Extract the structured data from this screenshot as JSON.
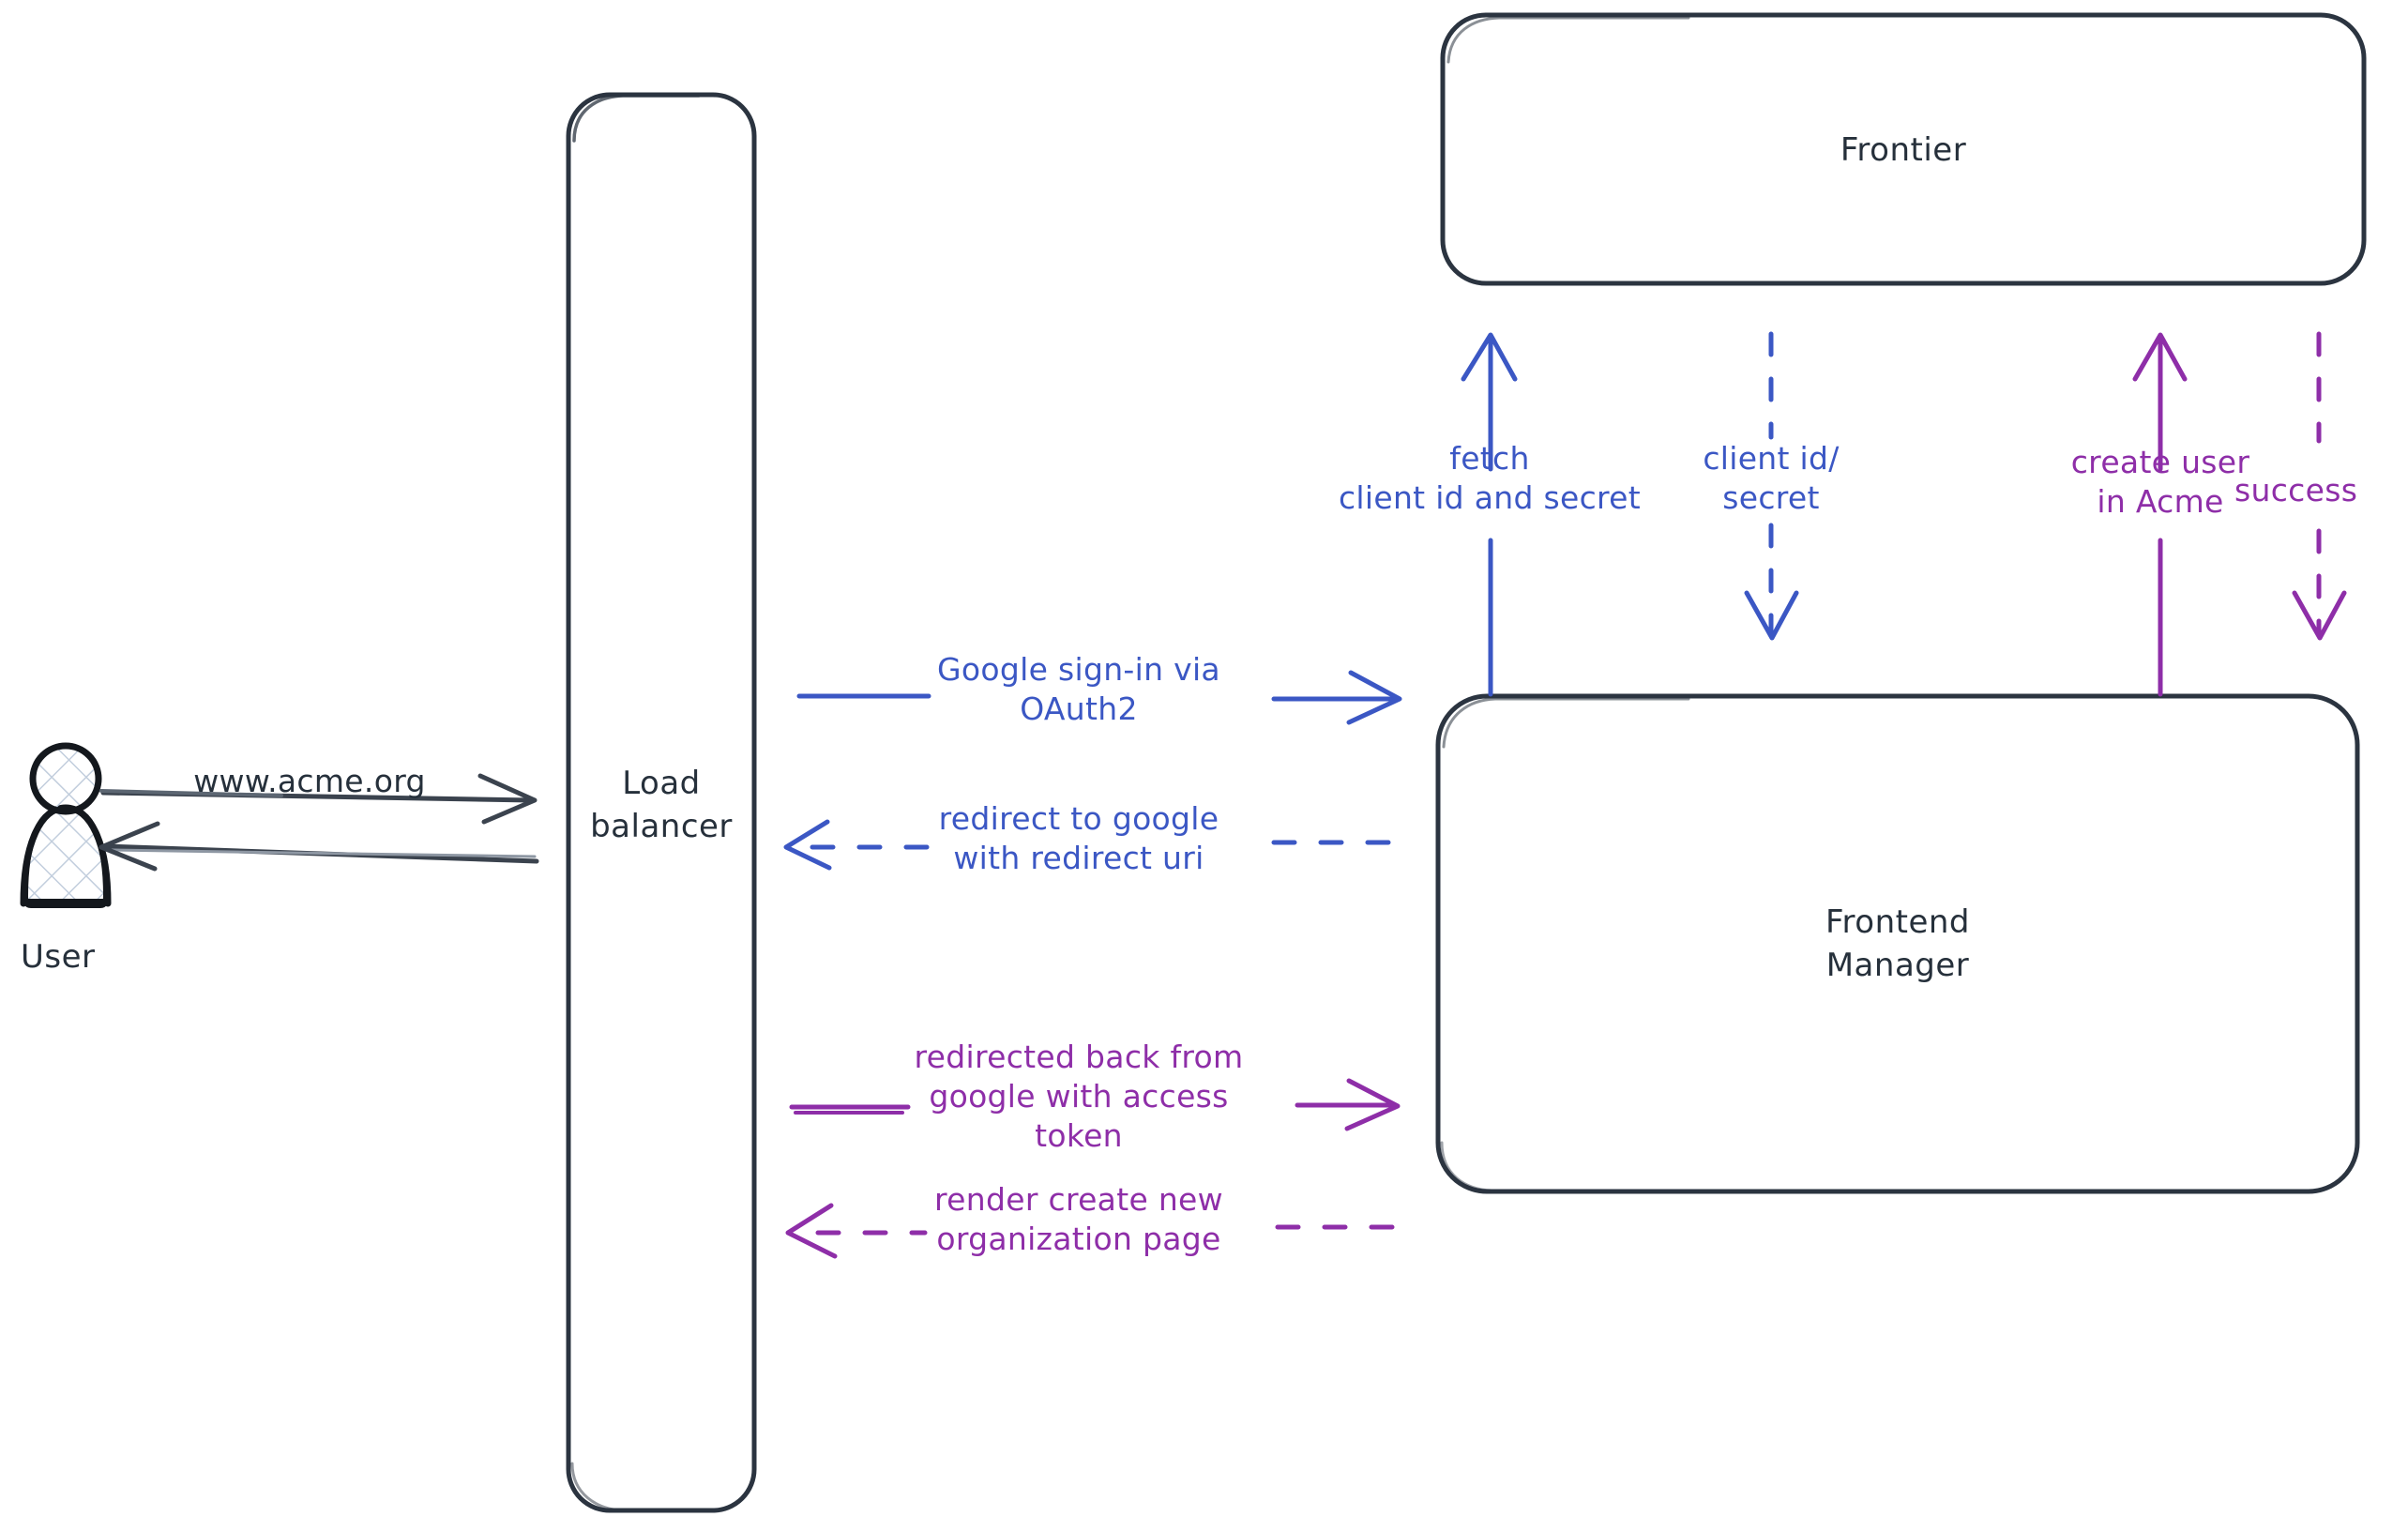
{
  "diagram": {
    "title": "Google OAuth2 sign-in sequence",
    "background": "#ffffff",
    "colors": {
      "stroke_dark": "#2b3440",
      "blue": "#3b57c4",
      "purple": "#8e2ea8",
      "actor_fill": "#dfe6ef"
    }
  },
  "actors": [
    {
      "id": "user",
      "label": "User",
      "icon": "user-person-icon"
    }
  ],
  "nodes": [
    {
      "id": "load-balancer",
      "label": "Load\nbalancer"
    },
    {
      "id": "frontier",
      "label": "Frontier"
    },
    {
      "id": "frontend-manager",
      "label": "Frontend\nManager"
    }
  ],
  "edges": [
    {
      "id": "user-to-lb",
      "label": "www.acme.org",
      "color": "#2b3440",
      "style": "solid",
      "direction": "right",
      "from": "user",
      "to": "load-balancer"
    },
    {
      "id": "lb-to-user",
      "label": "",
      "color": "#2b3440",
      "style": "solid",
      "direction": "left",
      "from": "load-balancer",
      "to": "user"
    },
    {
      "id": "lb-to-fm-signin",
      "label": "Google sign-in via\nOAuth2",
      "color": "#3b57c4",
      "style": "solid",
      "direction": "right",
      "from": "load-balancer",
      "to": "frontend-manager"
    },
    {
      "id": "fm-to-lb-redirect",
      "label": "redirect to google\nwith redirect uri",
      "color": "#3b57c4",
      "style": "dashed",
      "direction": "left",
      "from": "frontend-manager",
      "to": "load-balancer"
    },
    {
      "id": "lb-to-fm-token",
      "label": "redirected back from\ngoogle with access\ntoken",
      "color": "#8e2ea8",
      "style": "solid",
      "direction": "right",
      "from": "load-balancer",
      "to": "frontend-manager"
    },
    {
      "id": "fm-to-lb-render",
      "label": "render create new\norganization page",
      "color": "#8e2ea8",
      "style": "dashed",
      "direction": "left",
      "from": "frontend-manager",
      "to": "load-balancer"
    },
    {
      "id": "fm-to-frontier-fetch",
      "label": "fetch\nclient id and secret",
      "color": "#3b57c4",
      "style": "solid",
      "direction": "up",
      "from": "frontend-manager",
      "to": "frontier"
    },
    {
      "id": "frontier-to-fm-creds",
      "label": "client id/\nsecret",
      "color": "#3b57c4",
      "style": "dashed",
      "direction": "down",
      "from": "frontier",
      "to": "frontend-manager"
    },
    {
      "id": "fm-to-frontier-create",
      "label": "create user\nin Acme",
      "color": "#8e2ea8",
      "style": "solid",
      "direction": "up",
      "from": "frontend-manager",
      "to": "frontier"
    },
    {
      "id": "frontier-to-fm-success",
      "label": "success",
      "color": "#8e2ea8",
      "style": "dashed",
      "direction": "down",
      "from": "frontier",
      "to": "frontend-manager"
    }
  ]
}
